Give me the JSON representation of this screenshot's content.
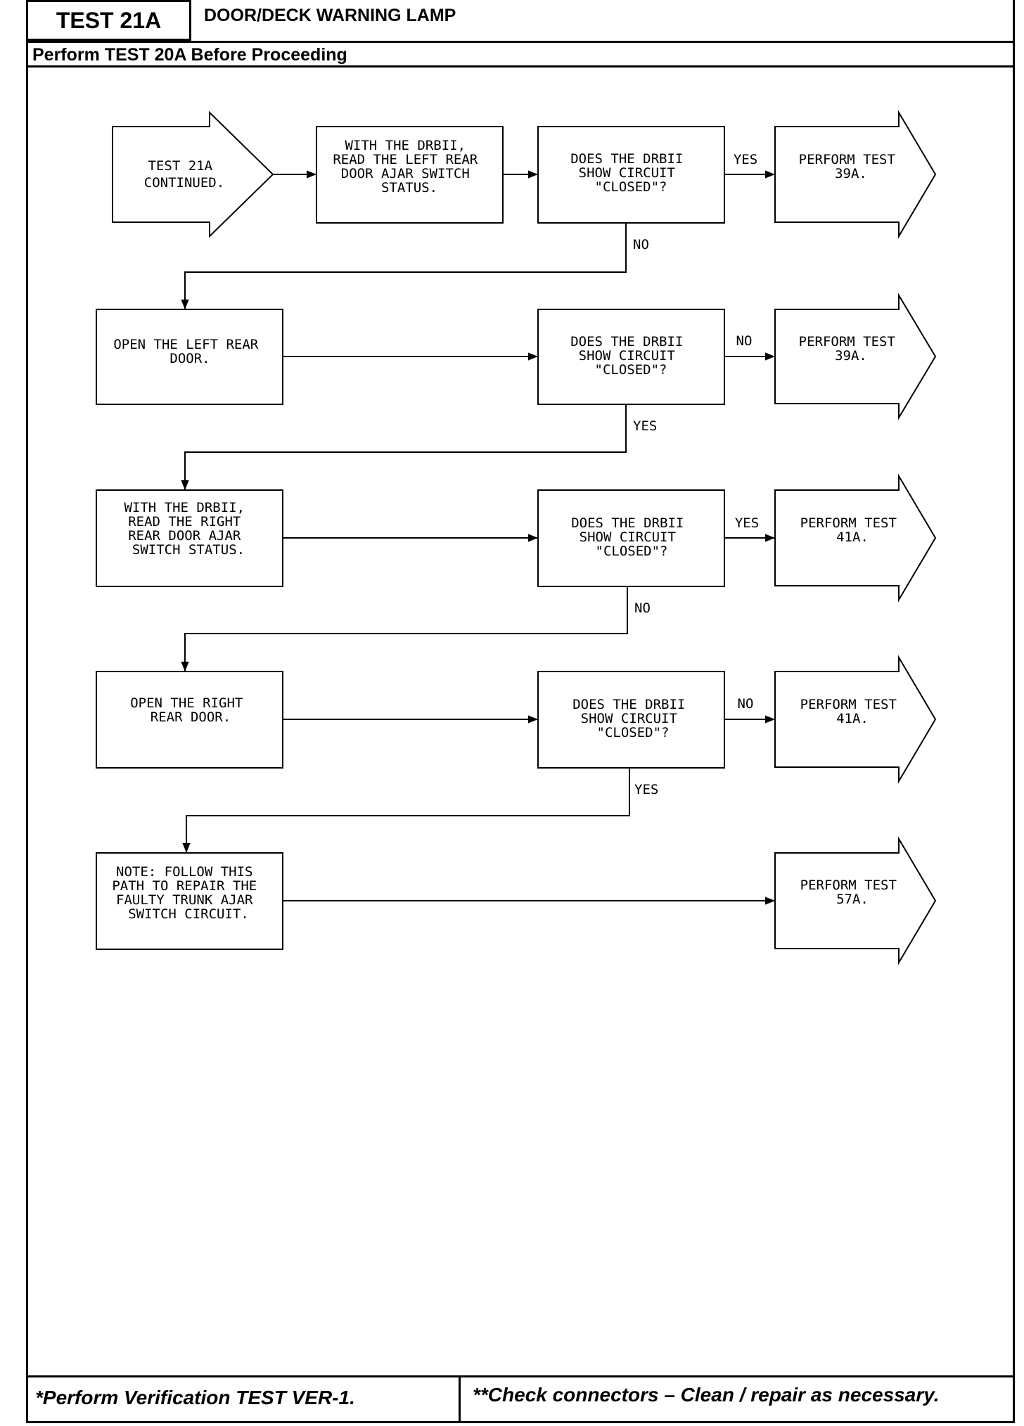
{
  "header": {
    "test_id": "TEST 21A",
    "title": "DOOR/DECK WARNING LAMP",
    "subtitle": "Perform TEST 20A Before Proceeding"
  },
  "footer": {
    "left": "*Perform Verification TEST VER-1.",
    "right": "**Check connectors – Clean / repair as necessary."
  },
  "flowchart": {
    "start": [
      "TEST 21A",
      "CONTINUED."
    ],
    "read_left": [
      "WITH THE DRBII,",
      "READ THE LEFT REAR",
      "DOOR AJAR SWITCH",
      "STATUS."
    ],
    "q1": [
      "DOES THE DRBII",
      "SHOW CIRCUIT",
      "\"CLOSED\"?"
    ],
    "q1_yes": "YES",
    "q1_no": "NO",
    "result1": [
      "PERFORM TEST",
      "39A."
    ],
    "open_left": [
      "OPEN THE LEFT REAR",
      "DOOR."
    ],
    "q2": [
      "DOES THE DRBII",
      "SHOW CIRCUIT",
      "\"CLOSED\"?"
    ],
    "q2_no": "NO",
    "q2_yes": "YES",
    "result2": [
      "PERFORM TEST",
      "39A."
    ],
    "read_right": [
      "WITH THE DRBII,",
      "READ THE RIGHT",
      "REAR DOOR AJAR",
      "SWITCH STATUS."
    ],
    "q3": [
      "DOES THE DRBII",
      "SHOW CIRCUIT",
      "\"CLOSED\"?"
    ],
    "q3_yes": "YES",
    "q3_no": "NO",
    "result3": [
      "PERFORM TEST",
      "41A."
    ],
    "open_right": [
      "OPEN THE RIGHT",
      "REAR DOOR."
    ],
    "q4": [
      "DOES THE DRBII",
      "SHOW CIRCUIT",
      "\"CLOSED\"?"
    ],
    "q4_no": "NO",
    "q4_yes": "YES",
    "result4": [
      "PERFORM TEST",
      "41A."
    ],
    "note": [
      "NOTE: FOLLOW THIS",
      "PATH TO REPAIR THE",
      "FAULTY TRUNK AJAR",
      "SWITCH CIRCUIT."
    ],
    "result5": [
      "PERFORM TEST",
      "57A."
    ]
  }
}
